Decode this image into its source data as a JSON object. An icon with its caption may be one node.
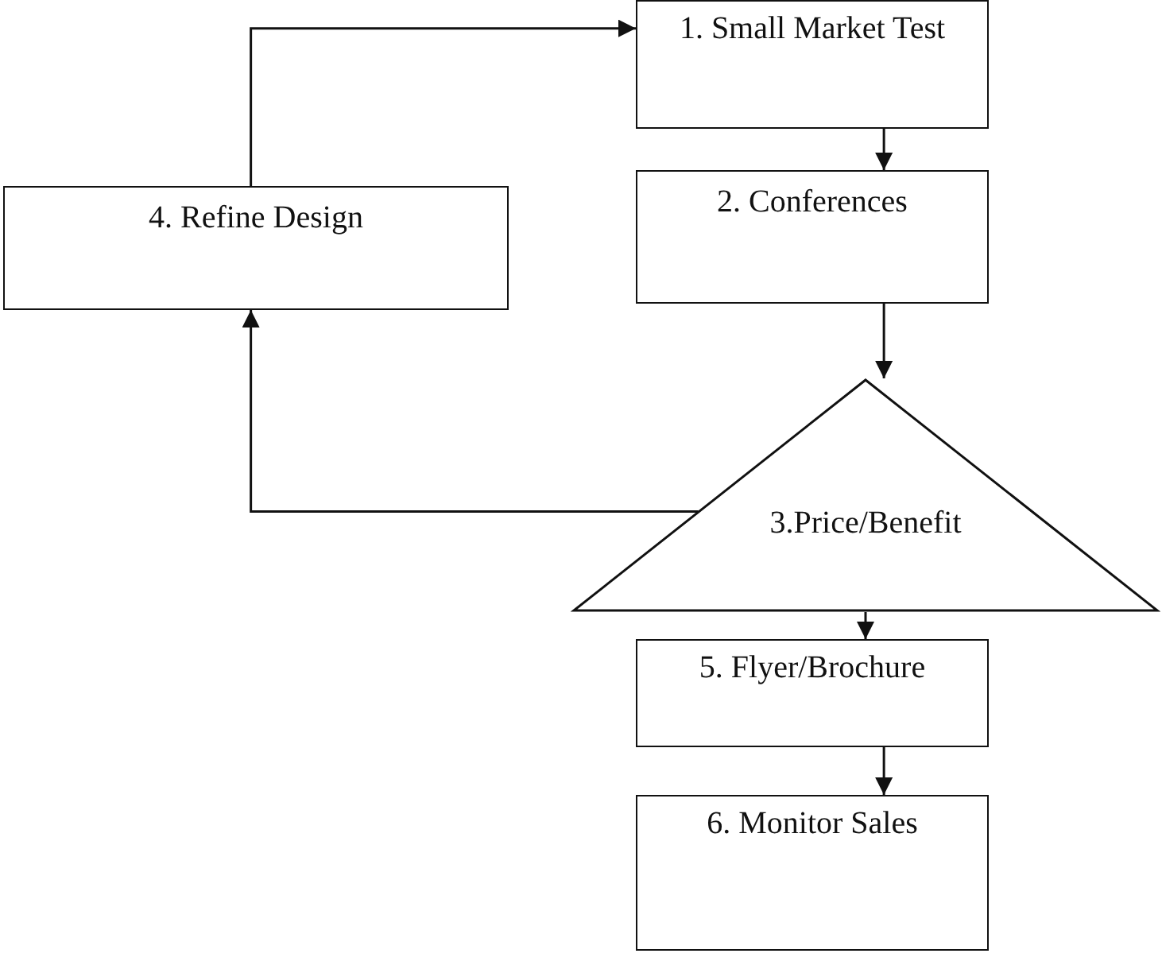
{
  "diagram": {
    "nodes": [
      {
        "text": [
          "1. Small Market Test"
        ]
      },
      {
        "text": [
          "2. Conferences"
        ]
      },
      {
        "text": [
          "3.Price/Benefit"
        ]
      },
      {
        "text": [
          "4. Refine Design"
        ]
      },
      {
        "text": [
          "5. Flyer/Brochure"
        ]
      },
      {
        "text": [
          "6. Monitor Sales"
        ]
      }
    ],
    "edges": [
      {
        "from": 0,
        "to": 1,
        "arrow": "to"
      },
      {
        "from": 1,
        "to": 2,
        "arrow": "to"
      },
      {
        "from": 2,
        "to": 3,
        "arrow": "to"
      },
      {
        "from": 3,
        "to": 0,
        "arrow": "to"
      },
      {
        "from": 2,
        "to": 4,
        "arrow": "to"
      },
      {
        "from": 4,
        "to": 5,
        "arrow": "to"
      }
    ]
  }
}
